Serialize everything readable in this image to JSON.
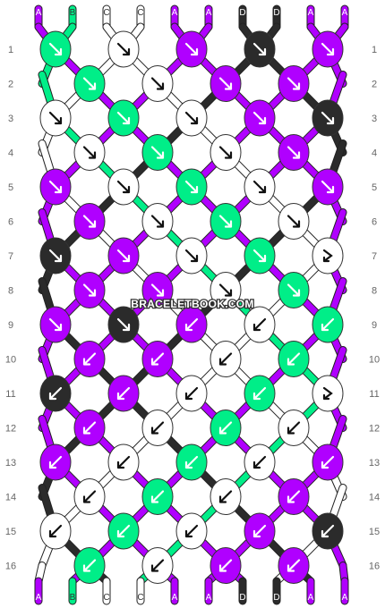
{
  "colors": {
    "A": "#b000ff",
    "B": "#00ee88",
    "C": "#ffffff",
    "D": "#2b2b2b"
  },
  "strings": [
    "A",
    "B",
    "C",
    "C",
    "A",
    "A",
    "D",
    "D",
    "A",
    "A"
  ],
  "bottom_strings": [
    "A",
    "B",
    "C",
    "C",
    "A",
    "A",
    "D",
    "D",
    "A",
    "A"
  ],
  "row_labels": [
    "1",
    "2",
    "3",
    "4",
    "5",
    "6",
    "7",
    "8",
    "9",
    "10",
    "11",
    "12",
    "13",
    "14",
    "15",
    "16"
  ],
  "knots": [
    [
      "B",
      "C",
      "A",
      "D",
      "A"
    ],
    [
      "B",
      "C",
      "A",
      "A"
    ],
    [
      "C",
      "B",
      "C",
      "A",
      "D"
    ],
    [
      "C",
      "B",
      "C",
      "A"
    ],
    [
      "A",
      "C",
      "B",
      "C",
      "A"
    ],
    [
      "A",
      "C",
      "B",
      "C"
    ],
    [
      "D",
      "A",
      "C",
      "B",
      "C"
    ],
    [
      "A",
      "A",
      "C",
      "B"
    ],
    [
      "A",
      "D",
      "A",
      "C",
      "B"
    ],
    [
      "A",
      "A",
      "C",
      "B"
    ],
    [
      "D",
      "A",
      "C",
      "B",
      "C"
    ],
    [
      "A",
      "C",
      "B",
      "C"
    ],
    [
      "A",
      "C",
      "B",
      "C",
      "A"
    ],
    [
      "C",
      "B",
      "C",
      "A"
    ],
    [
      "C",
      "B",
      "C",
      "A",
      "D"
    ],
    [
      "B",
      "C",
      "A",
      "A"
    ]
  ],
  "knot_types": [
    [
      "f",
      "f",
      "f",
      "f",
      "f"
    ],
    [
      "f",
      "f",
      "f",
      "f"
    ],
    [
      "f",
      "f",
      "f",
      "f",
      "f"
    ],
    [
      "f",
      "f",
      "f",
      "f"
    ],
    [
      "f",
      "f",
      "f",
      "f",
      "f"
    ],
    [
      "f",
      "f",
      "f",
      "f"
    ],
    [
      "f",
      "f",
      "f",
      "f",
      "fb"
    ],
    [
      "f",
      "f",
      "f",
      "f"
    ],
    [
      "f",
      "f",
      "b",
      "b",
      "b"
    ],
    [
      "b",
      "b",
      "b",
      "b"
    ],
    [
      "b",
      "b",
      "b",
      "b",
      "fb"
    ],
    [
      "b",
      "b",
      "b",
      "b"
    ],
    [
      "b",
      "b",
      "b",
      "b",
      "b"
    ],
    [
      "b",
      "b",
      "b",
      "b"
    ],
    [
      "b",
      "b",
      "b",
      "b",
      "b"
    ],
    [
      "b",
      "b",
      "b",
      "b"
    ]
  ],
  "watermark": "BRACELETBOOK.COM"
}
